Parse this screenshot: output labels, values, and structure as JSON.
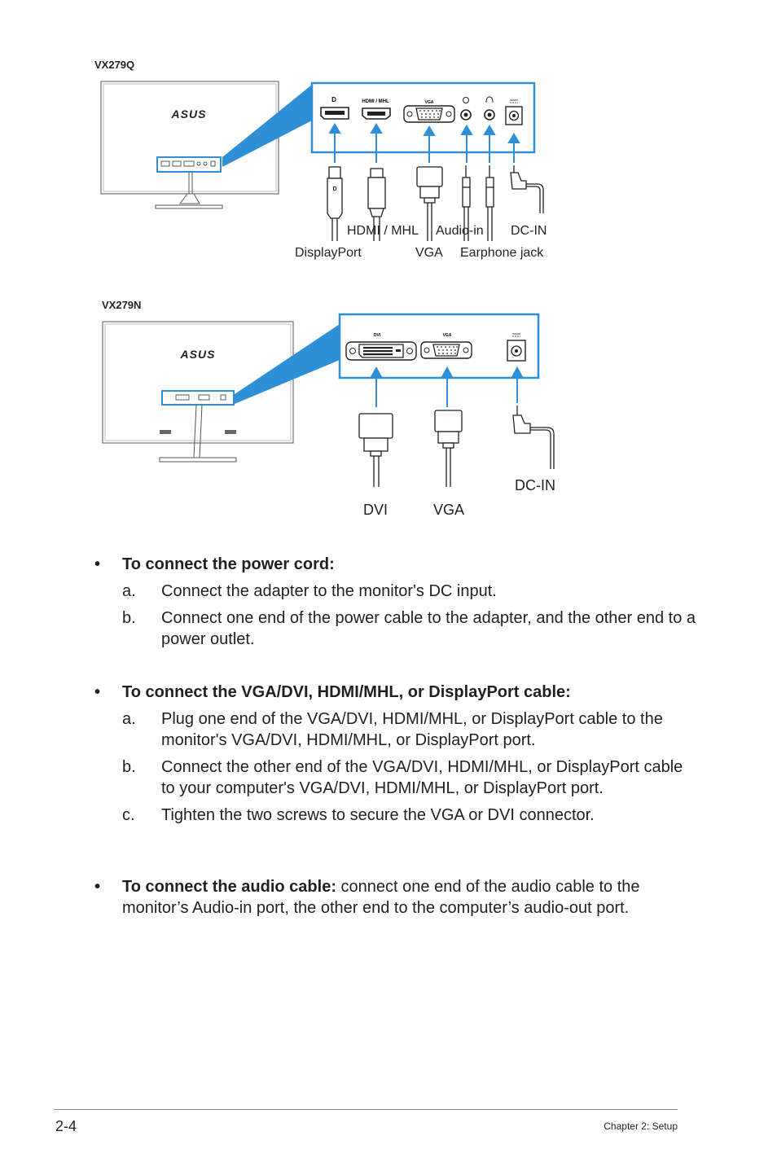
{
  "figure1": {
    "model": "VX279Q",
    "logo": "ASUS",
    "panel_labels": {
      "hdmi_mhl": "HDMI / MHL",
      "vga": "VGA"
    },
    "callouts": {
      "hdmi_mhl": "HDMI / MHL",
      "audio_in": "Audio-in",
      "dc_in": "DC-IN",
      "displayport": "DisplayPort",
      "vga": "VGA",
      "earphone": "Earphone jack"
    }
  },
  "figure2": {
    "model": "VX279N",
    "logo": "ASUS",
    "panel_labels": {
      "dvi": "DVI",
      "vga": "VGA"
    },
    "callouts": {
      "dc_in": "DC-IN",
      "dvi": "DVI",
      "vga": "VGA"
    }
  },
  "instructions": {
    "bullet": "•",
    "power": {
      "heading": "To connect the power cord:",
      "steps": [
        {
          "letter": "a.",
          "text": "Connect the adapter to the monitor's DC input."
        },
        {
          "letter": "b.",
          "text": "Connect one end of the power cable to the adapter, and the other end to a power outlet."
        }
      ]
    },
    "video": {
      "heading": "To connect the VGA/DVI, HDMI/MHL, or DisplayPort cable:",
      "steps": [
        {
          "letter": "a.",
          "text": "Plug one end of the VGA/DVI, HDMI/MHL, or DisplayPort cable to the monitor's VGA/DVI, HDMI/MHL, or DisplayPort port."
        },
        {
          "letter": "b.",
          "text": "Connect the other end of the VGA/DVI, HDMI/MHL, or DisplayPort cable to your computer's VGA/DVI, HDMI/MHL, or DisplayPort port."
        },
        {
          "letter": "c.",
          "text": "Tighten the two screws to secure the VGA or DVI connector."
        }
      ]
    },
    "audio": {
      "heading": "To connect the audio cable:",
      "text": " connect one end of the audio cable to the monitor’s Audio-in port, the other end to the computer’s audio-out port."
    }
  },
  "footer": {
    "page": "2-4",
    "chapter": "Chapter 2: Setup"
  },
  "colors": {
    "accent_blue": "#2e8fd6",
    "text": "#231f20"
  }
}
